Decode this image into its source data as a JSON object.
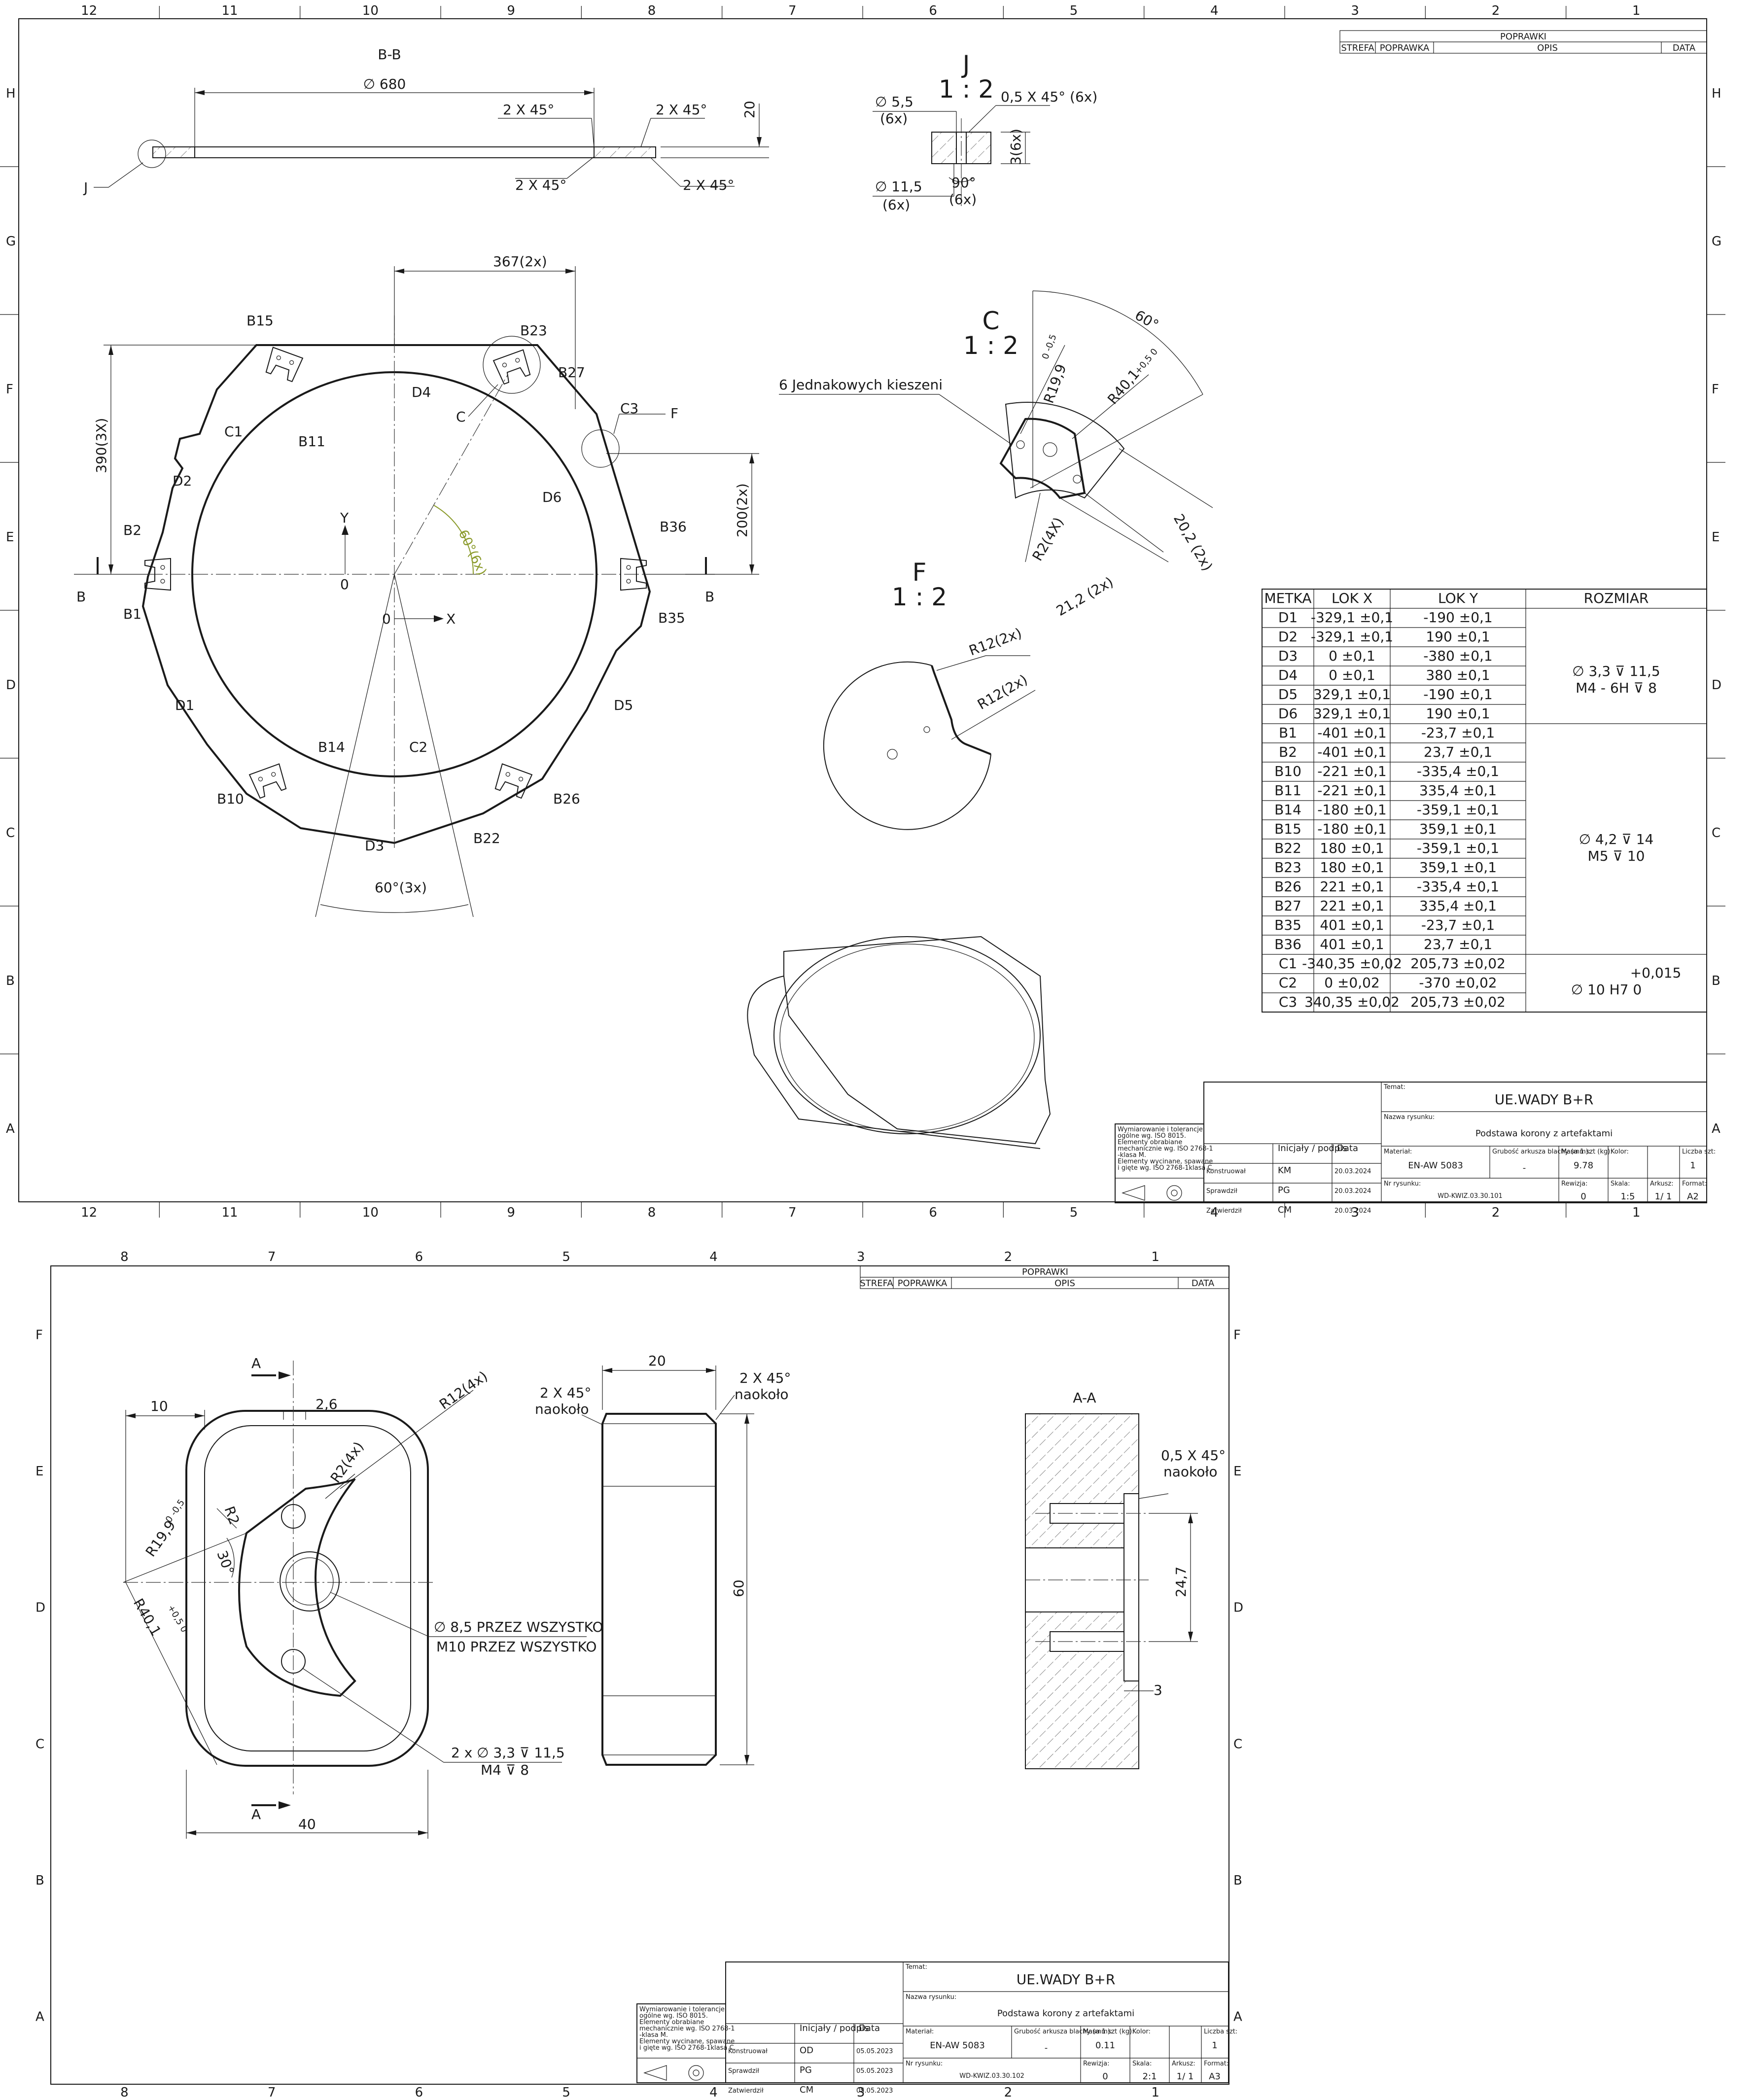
{
  "sheet1": {
    "zones_top": [
      "12",
      "11",
      "10",
      "9",
      "8",
      "7",
      "6",
      "5",
      "4",
      "3",
      "2",
      "1"
    ],
    "zones_side": [
      "H",
      "G",
      "F",
      "E",
      "D",
      "C",
      "B",
      "A"
    ],
    "revisions": {
      "title": "POPRAWKI",
      "cols": [
        "STREFA",
        "POPRAWKA",
        "OPIS",
        "DATA"
      ]
    },
    "section_bb": {
      "title": "B-B",
      "dia": "∅ 680",
      "chamfer1": "2 X 45°",
      "chamfer2": "2 X 45°",
      "chamfer3": "2 X 45°",
      "chamfer4": "2 X 45°",
      "thickness": "20",
      "detail_ref": "J"
    },
    "detail_j": {
      "title": "J",
      "scale": "1 : 2",
      "d1": "∅ 5,5",
      "d1n": "(6x)",
      "d2": "∅ 11,5",
      "d2n": "(6x)",
      "ch": "0,5 X 45° (6x)",
      "depth": "3(6x)",
      "ang": "90°",
      "angn": "(6x)"
    },
    "main_view": {
      "dim_367": "367(2x)",
      "dim_390": "390(3X)",
      "dim_200": "200(2x)",
      "ang_60": "60°(3x)",
      "ang_60_6x": "60°(6x)",
      "axis_x": "X",
      "axis_y": "Y",
      "origin1": "0",
      "origin2": "0",
      "sect_b1": "B",
      "sect_b2": "B",
      "detail_c": "C",
      "detail_f": "F",
      "labels": [
        "B15",
        "B23",
        "B27",
        "B11",
        "C1",
        "D2",
        "D4",
        "C3",
        "D6",
        "B36",
        "B2",
        "B1",
        "B35",
        "D1",
        "D5",
        "B14",
        "C2",
        "B10",
        "B26",
        "D3",
        "B22"
      ]
    },
    "detail_c": {
      "title": "C",
      "scale": "1 : 2",
      "note": "6 Jednakowych kieszeni",
      "ang": "60°",
      "r1": "R19,9",
      "r1t": "0\n-0,5",
      "r2": "R40,1",
      "r2t": "+0,5\n0",
      "d20": "20,2 (2x)",
      "d21": "21,2 (2x)",
      "r2x": "R2(4X)"
    },
    "detail_f": {
      "title": "F",
      "scale": "1 : 2",
      "r1": "R12(2x)",
      "r2": "R12(2x)"
    },
    "hole_table": {
      "headers": [
        "METKA",
        "LOK X",
        "LOK Y",
        "ROZMIAR"
      ],
      "rows": [
        [
          "D1",
          "-329,1 ±0,1",
          "-190 ±0,1"
        ],
        [
          "D2",
          "-329,1 ±0,1",
          "190 ±0,1"
        ],
        [
          "D3",
          "0 ±0,1",
          "-380 ±0,1"
        ],
        [
          "D4",
          "0 ±0,1",
          "380 ±0,1"
        ],
        [
          "D5",
          "329,1 ±0,1",
          "-190 ±0,1"
        ],
        [
          "D6",
          "329,1 ±0,1",
          "190 ±0,1"
        ],
        [
          "B1",
          "-401 ±0,1",
          "-23,7 ±0,1"
        ],
        [
          "B2",
          "-401 ±0,1",
          "23,7 ±0,1"
        ],
        [
          "B10",
          "-221 ±0,1",
          "-335,4 ±0,1"
        ],
        [
          "B11",
          "-221 ±0,1",
          "335,4 ±0,1"
        ],
        [
          "B14",
          "-180 ±0,1",
          "-359,1 ±0,1"
        ],
        [
          "B15",
          "-180 ±0,1",
          "359,1 ±0,1"
        ],
        [
          "B22",
          "180 ±0,1",
          "-359,1 ±0,1"
        ],
        [
          "B23",
          "180 ±0,1",
          "359,1 ±0,1"
        ],
        [
          "B26",
          "221 ±0,1",
          "-335,4 ±0,1"
        ],
        [
          "B27",
          "221 ±0,1",
          "335,4 ±0,1"
        ],
        [
          "B35",
          "401 ±0,1",
          "-23,7 ±0,1"
        ],
        [
          "B36",
          "401 ±0,1",
          "23,7 ±0,1"
        ],
        [
          "C1",
          "-340,35 ±0,02",
          "205,73 ±0,02"
        ],
        [
          "C2",
          "0 ±0,02",
          "-370 ±0,02"
        ],
        [
          "C3",
          "340,35 ±0,02",
          "205,73 ±0,02"
        ]
      ],
      "size_d": [
        "∅ 3,3 ⊽ 11,5",
        "M4 - 6H ⊽ 8"
      ],
      "size_b": [
        "∅ 4,2 ⊽ 14",
        "M5 ⊽ 10"
      ],
      "size_c": [
        "+0,015",
        "∅ 10 H7  0"
      ]
    },
    "title_block": {
      "temat_lbl": "Temat:",
      "temat": "UE.WADY B+R",
      "nazwa_lbl": "Nazwa rysunku:",
      "nazwa": "Podstawa korony z artefaktami",
      "notes": [
        "Wymiarowanie i tolerancje",
        "ogólne wg. ISO 8015.",
        "Elementy obrabiane",
        "mechanicznie wg. ISO 2768-1",
        "-klasa M.",
        "Elementy wycinane, spawane",
        "i gięte wg. ISO 2768-1klasa C."
      ],
      "inicjaly": "Inicjały / podpis",
      "data_lbl": "Data",
      "people": [
        [
          "Konstruował",
          "KM",
          "20.03.2024"
        ],
        [
          "Sprawdził",
          "PG",
          "20.03.2024"
        ],
        [
          "Zatwierdził",
          "CM",
          "20.03.2024"
        ]
      ],
      "material_lbl": "Materiał:",
      "material": "EN-AW 5083",
      "grub_lbl": "Grubość arkusza blachy (mm):",
      "grub": "-",
      "masa_lbl": "Masa 1 szt (kg):",
      "masa": "9.78",
      "kolor_lbl": "Kolor:",
      "kolor": "",
      "liczba_lbl": "Liczba szt:",
      "liczba": "1",
      "nr_lbl": "Nr rysunku:",
      "nr": "WD-KWIZ.03.30.101",
      "rew_lbl": "Rewizja:",
      "rew": "0",
      "skala_lbl": "Skala:",
      "skala": "1:5",
      "ark_lbl": "Arkusz:",
      "ark": "1/ 1",
      "format_lbl": "Format:",
      "format": "A2"
    }
  },
  "sheet2": {
    "zones_top": [
      "8",
      "7",
      "6",
      "5",
      "4",
      "3",
      "2",
      "1"
    ],
    "zones_side": [
      "F",
      "E",
      "D",
      "C",
      "B",
      "A"
    ],
    "revisions": {
      "title": "POPRAWKI",
      "cols": [
        "STREFA",
        "POPRAWKA",
        "OPIS",
        "DATA"
      ]
    },
    "front": {
      "sect_a1": "A",
      "sect_a2": "A",
      "d10": "10",
      "d26": "2,6",
      "r12": "R12(4x)",
      "r2_4x": "R2(4x)",
      "r2": "R2",
      "r199": "R19,9",
      "r199t": "0\n-0,5",
      "a30": "30°",
      "r401": "R40,1",
      "r401t": "+0,5\n0",
      "hole1": "∅ 8,5 PRZEZ WSZYSTKO",
      "hole1b": "M10  PRZEZ WSZYSTKO",
      "hole2": "2 x ∅ 3,3 ⊽ 11,5",
      "hole2b": "M4  ⊽ 8",
      "d40": "40"
    },
    "side": {
      "d20": "20",
      "ch_l": "2 X 45°",
      "ch_ln": "naokoło",
      "ch_r": "2 X 45°",
      "ch_rn": "naokoło",
      "d60": "60"
    },
    "section_aa": {
      "title": "A-A",
      "ch": "0,5 X 45°",
      "chn": "naokoło",
      "d247": "24,7",
      "d3": "3"
    },
    "title_block": {
      "temat_lbl": "Temat:",
      "temat": "UE.WADY B+R",
      "nazwa_lbl": "Nazwa rysunku:",
      "nazwa": "Podstawa korony z artefaktami",
      "notes": [
        "Wymiarowanie i tolerancje",
        "ogólne wg. ISO 8015.",
        "Elementy obrabiane",
        "mechanicznie wg. ISO 2768-1",
        "-klasa M.",
        "Elementy wycinane, spawane",
        "i gięte wg. ISO 2768-1klasa C."
      ],
      "inicjaly": "Inicjały / podpis",
      "data_lbl": "Data",
      "people": [
        [
          "Konstruował",
          "OD",
          "05.05.2023"
        ],
        [
          "Sprawdził",
          "PG",
          "05.05.2023"
        ],
        [
          "Zatwierdził",
          "CM",
          "05.05.2023"
        ]
      ],
      "material_lbl": "Materiał:",
      "material": "EN-AW 5083",
      "grub_lbl": "Grubość arkusza blachy (mm):",
      "grub": "-",
      "masa_lbl": "Masa 1 szt (kg):",
      "masa": "0.11",
      "kolor_lbl": "Kolor:",
      "kolor": "",
      "liczba_lbl": "Liczba szt:",
      "liczba": "1",
      "nr_lbl": "Nr rysunku:",
      "nr": "WD-KWIZ.03.30.102",
      "rew_lbl": "Rewizja:",
      "rew": "0",
      "skala_lbl": "Skala:",
      "skala": "2:1",
      "ark_lbl": "Arkusz:",
      "ark": "1/ 1",
      "format_lbl": "Format:",
      "format": "A3"
    }
  }
}
